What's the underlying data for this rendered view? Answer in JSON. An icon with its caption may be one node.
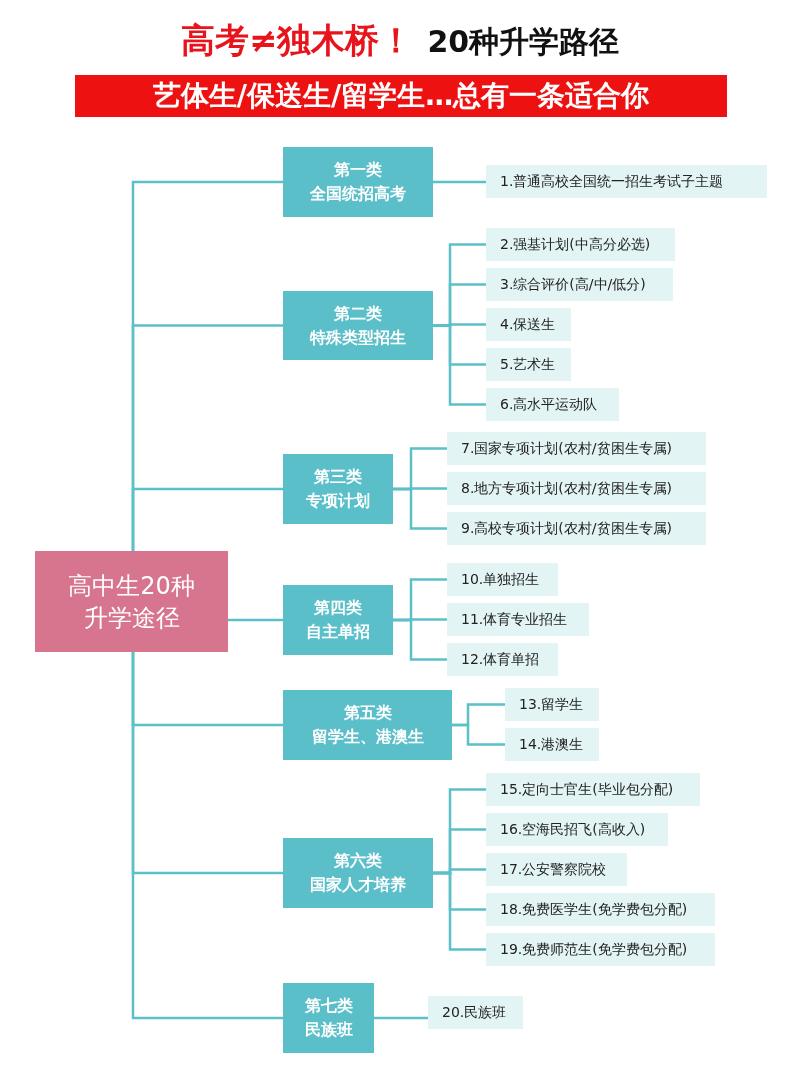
{
  "diagram": {
    "title": "高考≠独木桥！",
    "nodes": [
      {
        "text": [
          "高中生20种升学途径"
        ]
      },
      {
        "text": [
          "第一类",
          "全国统招高考"
        ]
      },
      {
        "text": [
          "1.普通高校全国统一招生考试子主题"
        ]
      },
      {
        "text": [
          "第二类",
          "特殊类型招生"
        ]
      },
      {
        "text": [
          "2.强基计划(中高分必选)"
        ]
      },
      {
        "text": [
          "3.综合评价(高/中/低分)"
        ]
      },
      {
        "text": [
          "4.保送生"
        ]
      },
      {
        "text": [
          "5.艺术生"
        ]
      },
      {
        "text": [
          "6.高水平运动队"
        ]
      },
      {
        "text": [
          "第三类",
          "专项计划"
        ]
      },
      {
        "text": [
          "7.国家专项计划(农村/贫困生专属)"
        ]
      },
      {
        "text": [
          "8.地方专项计划(农村/贫困生专属)"
        ]
      },
      {
        "text": [
          "9.高校专项计划(农村/贫困生专属)"
        ]
      },
      {
        "text": [
          "第四类",
          "自主单招"
        ]
      },
      {
        "text": [
          "10.单独招生"
        ]
      },
      {
        "text": [
          "11.体育专业招生"
        ]
      },
      {
        "text": [
          "12.体育单招"
        ]
      },
      {
        "text": [
          "第五类",
          "留学生、港澳生"
        ]
      },
      {
        "text": [
          "13.留学生"
        ]
      },
      {
        "text": [
          "14.港澳生"
        ]
      },
      {
        "text": [
          "第六类",
          "国家人才培养"
        ]
      },
      {
        "text": [
          "15.定向士官生(毕业包分配)"
        ]
      },
      {
        "text": [
          "16.空海民招飞(高收入)"
        ]
      },
      {
        "text": [
          "17.公安警察院校"
        ]
      },
      {
        "text": [
          "18.免费医学生(免学费包分配)"
        ]
      },
      {
        "text": [
          "19.免费师范生(免学费包分配)"
        ]
      },
      {
        "text": [
          "第七类",
          "民族班"
        ]
      },
      {
        "text": [
          "20.民族班"
        ]
      }
    ],
    "edges": [
      {
        "from": 0,
        "to": 1,
        "arrow": "none"
      },
      {
        "from": 0,
        "to": 3,
        "arrow": "none"
      },
      {
        "from": 0,
        "to": 9,
        "arrow": "none"
      },
      {
        "from": 0,
        "to": 13,
        "arrow": "none"
      },
      {
        "from": 0,
        "to": 17,
        "arrow": "none"
      },
      {
        "from": 0,
        "to": 20,
        "arrow": "none"
      },
      {
        "from": 0,
        "to": 26,
        "arrow": "none"
      },
      {
        "from": 1,
        "to": 2,
        "arrow": "none"
      },
      {
        "from": 3,
        "to": 4,
        "arrow": "none"
      },
      {
        "from": 3,
        "to": 5,
        "arrow": "none"
      },
      {
        "from": 3,
        "to": 6,
        "arrow": "none"
      },
      {
        "from": 3,
        "to": 7,
        "arrow": "none"
      },
      {
        "from": 3,
        "to": 8,
        "arrow": "none"
      },
      {
        "from": 9,
        "to": 10,
        "arrow": "none"
      },
      {
        "from": 9,
        "to": 11,
        "arrow": "none"
      },
      {
        "from": 9,
        "to": 12,
        "arrow": "none"
      },
      {
        "from": 13,
        "to": 14,
        "arrow": "none"
      },
      {
        "from": 13,
        "to": 15,
        "arrow": "none"
      },
      {
        "from": 13,
        "to": 16,
        "arrow": "none"
      },
      {
        "from": 17,
        "to": 18,
        "arrow": "none"
      },
      {
        "from": 17,
        "to": 19,
        "arrow": "none"
      },
      {
        "from": 20,
        "to": 21,
        "arrow": "none"
      },
      {
        "from": 20,
        "to": 22,
        "arrow": "none"
      },
      {
        "from": 20,
        "to": 23,
        "arrow": "none"
      },
      {
        "from": 20,
        "to": 24,
        "arrow": "none"
      },
      {
        "from": 20,
        "to": 25,
        "arrow": "none"
      },
      {
        "from": 26,
        "to": 27,
        "arrow": "none"
      }
    ],
    "labels": [
      "20种升学路径",
      "艺体生/保送生/留学生…总有一条适合你"
    ]
  }
}
